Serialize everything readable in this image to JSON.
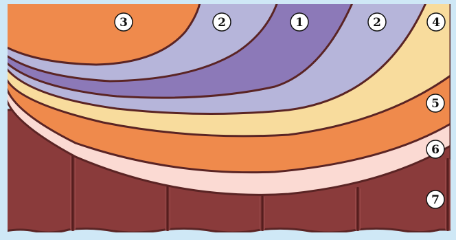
{
  "colors": {
    "background": "#cfe8f6",
    "layer_1": "#8c79b8",
    "layer_2": "#b6b5da",
    "layer_3": "#ef8a4c",
    "layer_4": "#f8dc9d",
    "layer_5": "#ef8a4c",
    "layer_6": "#fbdad3",
    "layer_7": "#8a3b3b",
    "outline": "#5a2424"
  },
  "labels": {
    "l1": "1",
    "l2a": "2",
    "l2b": "2",
    "l3": "3",
    "l4": "4",
    "l5": "5",
    "l6": "6",
    "l7": "7"
  }
}
